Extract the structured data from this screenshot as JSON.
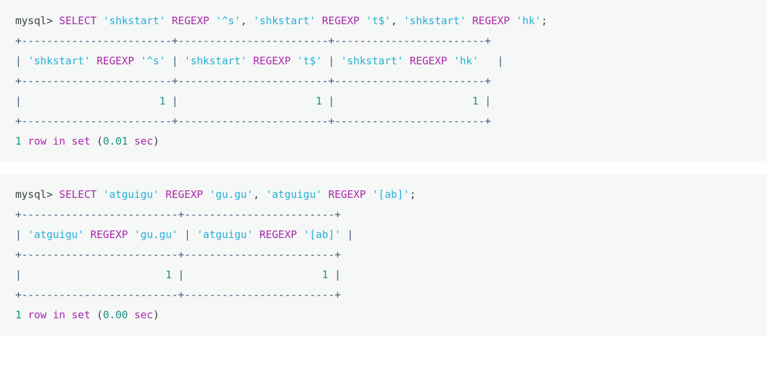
{
  "page": {
    "background": "#ffffff",
    "block_background": "#f6f7f7"
  },
  "colors": {
    "prompt": "#3c4145",
    "keyword": "#a828a8",
    "string": "#21b0d4",
    "border": "#3e5b78",
    "number": "#169184",
    "plain": "#3c4145"
  },
  "blocks": [
    {
      "id": "block-1",
      "lines": [
        {
          "type": "command",
          "tokens": [
            {
              "t": "mysql>",
              "c": "prompt"
            },
            {
              "t": " ",
              "c": "plain"
            },
            {
              "t": "SELECT",
              "c": "keyword"
            },
            {
              "t": " ",
              "c": "plain"
            },
            {
              "t": "'shkstart'",
              "c": "string"
            },
            {
              "t": " ",
              "c": "plain"
            },
            {
              "t": "REGEXP",
              "c": "keyword"
            },
            {
              "t": " ",
              "c": "plain"
            },
            {
              "t": "'^s'",
              "c": "string"
            },
            {
              "t": ", ",
              "c": "plain"
            },
            {
              "t": "'shkstart'",
              "c": "string"
            },
            {
              "t": " ",
              "c": "plain"
            },
            {
              "t": "REGEXP",
              "c": "keyword"
            },
            {
              "t": " ",
              "c": "plain"
            },
            {
              "t": "'t$'",
              "c": "string"
            },
            {
              "t": ", ",
              "c": "plain"
            },
            {
              "t": "'shkstart'",
              "c": "string"
            },
            {
              "t": " ",
              "c": "plain"
            },
            {
              "t": "REGEXP",
              "c": "keyword"
            },
            {
              "t": " ",
              "c": "plain"
            },
            {
              "t": "'hk'",
              "c": "string"
            },
            {
              "t": ";",
              "c": "plain"
            }
          ]
        },
        {
          "type": "rule",
          "tokens": [
            {
              "t": "+------------------------+------------------------+------------------------+",
              "c": "border"
            }
          ]
        },
        {
          "type": "header",
          "tokens": [
            {
              "t": "| ",
              "c": "border"
            },
            {
              "t": "'shkstart'",
              "c": "string"
            },
            {
              "t": " ",
              "c": "plain"
            },
            {
              "t": "REGEXP",
              "c": "keyword"
            },
            {
              "t": " ",
              "c": "plain"
            },
            {
              "t": "'^s'",
              "c": "string"
            },
            {
              "t": " | ",
              "c": "border"
            },
            {
              "t": "'shkstart'",
              "c": "string"
            },
            {
              "t": " ",
              "c": "plain"
            },
            {
              "t": "REGEXP",
              "c": "keyword"
            },
            {
              "t": " ",
              "c": "plain"
            },
            {
              "t": "'t$'",
              "c": "string"
            },
            {
              "t": " | ",
              "c": "border"
            },
            {
              "t": "'shkstart'",
              "c": "string"
            },
            {
              "t": " ",
              "c": "plain"
            },
            {
              "t": "REGEXP",
              "c": "keyword"
            },
            {
              "t": " ",
              "c": "plain"
            },
            {
              "t": "'hk'",
              "c": "string"
            },
            {
              "t": "   |",
              "c": "border"
            }
          ]
        },
        {
          "type": "rule",
          "tokens": [
            {
              "t": "+------------------------+------------------------+------------------------+",
              "c": "border"
            }
          ]
        },
        {
          "type": "data",
          "tokens": [
            {
              "t": "|",
              "c": "border"
            },
            {
              "t": "                      ",
              "c": "plain"
            },
            {
              "t": "1",
              "c": "number"
            },
            {
              "t": " |",
              "c": "border"
            },
            {
              "t": "                      ",
              "c": "plain"
            },
            {
              "t": "1",
              "c": "number"
            },
            {
              "t": " |",
              "c": "border"
            },
            {
              "t": "                      ",
              "c": "plain"
            },
            {
              "t": "1",
              "c": "number"
            },
            {
              "t": " |",
              "c": "border"
            }
          ]
        },
        {
          "type": "rule",
          "tokens": [
            {
              "t": "+------------------------+------------------------+------------------------+",
              "c": "border"
            }
          ]
        },
        {
          "type": "status",
          "tokens": [
            {
              "t": "1",
              "c": "number"
            },
            {
              "t": " ",
              "c": "plain"
            },
            {
              "t": "row in set",
              "c": "keyword"
            },
            {
              "t": " (",
              "c": "plain"
            },
            {
              "t": "0.01",
              "c": "number"
            },
            {
              "t": " ",
              "c": "plain"
            },
            {
              "t": "sec",
              "c": "keyword"
            },
            {
              "t": ")",
              "c": "plain"
            }
          ]
        }
      ]
    },
    {
      "id": "block-2",
      "lines": [
        {
          "type": "command",
          "tokens": [
            {
              "t": "mysql>",
              "c": "prompt"
            },
            {
              "t": " ",
              "c": "plain"
            },
            {
              "t": "SELECT",
              "c": "keyword"
            },
            {
              "t": " ",
              "c": "plain"
            },
            {
              "t": "'atguigu'",
              "c": "string"
            },
            {
              "t": " ",
              "c": "plain"
            },
            {
              "t": "REGEXP",
              "c": "keyword"
            },
            {
              "t": " ",
              "c": "plain"
            },
            {
              "t": "'gu.gu'",
              "c": "string"
            },
            {
              "t": ", ",
              "c": "plain"
            },
            {
              "t": "'atguigu'",
              "c": "string"
            },
            {
              "t": " ",
              "c": "plain"
            },
            {
              "t": "REGEXP",
              "c": "keyword"
            },
            {
              "t": " ",
              "c": "plain"
            },
            {
              "t": "'[ab]'",
              "c": "string"
            },
            {
              "t": ";",
              "c": "plain"
            }
          ]
        },
        {
          "type": "rule",
          "tokens": [
            {
              "t": "+-------------------------+------------------------+",
              "c": "border"
            }
          ]
        },
        {
          "type": "header",
          "tokens": [
            {
              "t": "| ",
              "c": "border"
            },
            {
              "t": "'atguigu'",
              "c": "string"
            },
            {
              "t": " ",
              "c": "plain"
            },
            {
              "t": "REGEXP",
              "c": "keyword"
            },
            {
              "t": " ",
              "c": "plain"
            },
            {
              "t": "'gu.gu'",
              "c": "string"
            },
            {
              "t": " | ",
              "c": "border"
            },
            {
              "t": "'atguigu'",
              "c": "string"
            },
            {
              "t": " ",
              "c": "plain"
            },
            {
              "t": "REGEXP",
              "c": "keyword"
            },
            {
              "t": " ",
              "c": "plain"
            },
            {
              "t": "'[ab]'",
              "c": "string"
            },
            {
              "t": " |",
              "c": "border"
            }
          ]
        },
        {
          "type": "rule",
          "tokens": [
            {
              "t": "+-------------------------+------------------------+",
              "c": "border"
            }
          ]
        },
        {
          "type": "data",
          "tokens": [
            {
              "t": "|",
              "c": "border"
            },
            {
              "t": "                       ",
              "c": "plain"
            },
            {
              "t": "1",
              "c": "number"
            },
            {
              "t": " |",
              "c": "border"
            },
            {
              "t": "                      ",
              "c": "plain"
            },
            {
              "t": "1",
              "c": "number"
            },
            {
              "t": " |",
              "c": "border"
            }
          ]
        },
        {
          "type": "rule",
          "tokens": [
            {
              "t": "+-------------------------+------------------------+",
              "c": "border"
            }
          ]
        },
        {
          "type": "status",
          "tokens": [
            {
              "t": "1",
              "c": "number"
            },
            {
              "t": " ",
              "c": "plain"
            },
            {
              "t": "row in set",
              "c": "keyword"
            },
            {
              "t": " (",
              "c": "plain"
            },
            {
              "t": "0.00",
              "c": "number"
            },
            {
              "t": " ",
              "c": "plain"
            },
            {
              "t": "sec",
              "c": "keyword"
            },
            {
              "t": ")",
              "c": "plain"
            }
          ]
        }
      ]
    }
  ]
}
